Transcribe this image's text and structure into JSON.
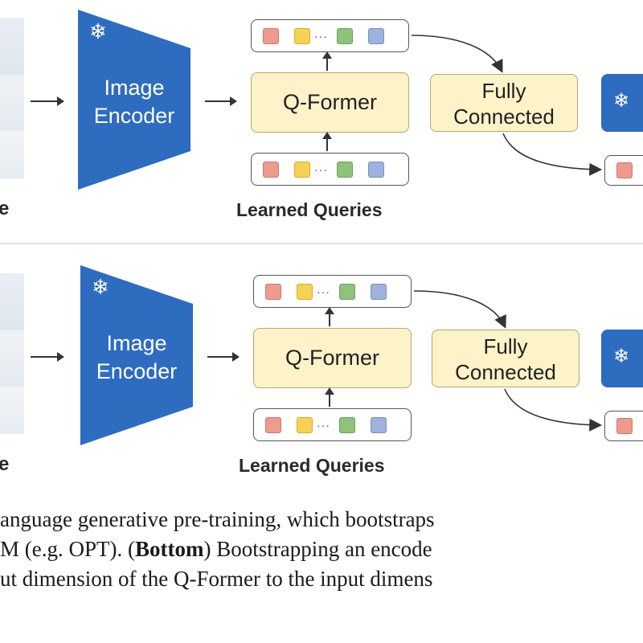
{
  "diagram": {
    "panels": [
      {
        "id": "top",
        "encoder_lines": [
          "Image",
          "Encoder"
        ],
        "qformer": "Q-Former",
        "fc_lines": [
          "Fully",
          "Connected"
        ],
        "learned_queries": "Learned Queries",
        "image_label": "e",
        "encoder_icon": "snowflake-icon",
        "llm_icon": "snowflake-icon"
      },
      {
        "id": "bottom",
        "encoder_lines": [
          "Image",
          "Encoder"
        ],
        "qformer": "Q-Former",
        "fc_lines": [
          "Fully",
          "Connected"
        ],
        "learned_queries": "Learned Queries",
        "image_label": "e",
        "encoder_icon": "snowflake-icon",
        "llm_icon": "snowflake-icon"
      }
    ],
    "token_colors": [
      "#ee9a8e",
      "#f5d255",
      "#8fc27a",
      "#9fb1dd"
    ],
    "encoder_color": "#2e6cc0",
    "box_fill_color": "#fdf2c8"
  },
  "caption": {
    "line1": "anguage generative pre-training, which bootstraps",
    "line2_before": "M (e.g.  OPT). (",
    "line2_bold": "Bottom",
    "line2_after": ") Bootstrapping an encode",
    "line3": "ut dimension of the Q-Former to the input dimens"
  }
}
